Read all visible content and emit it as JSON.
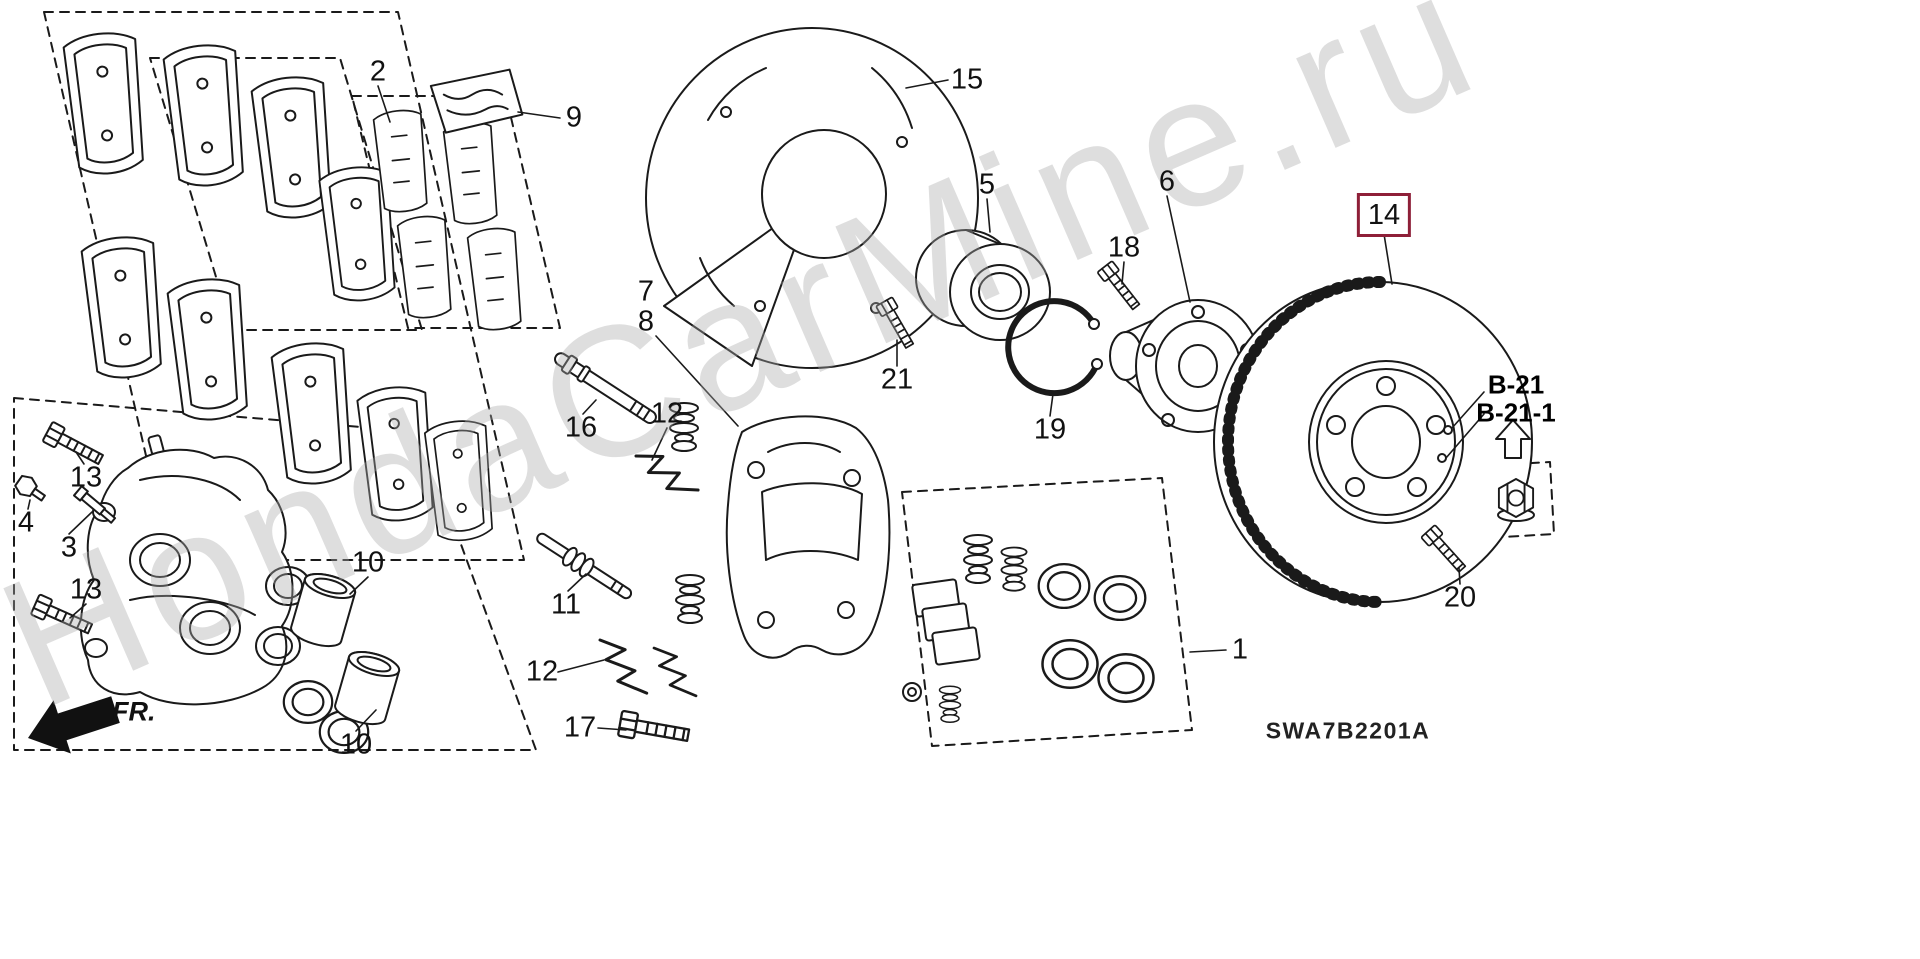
{
  "watermark": "HondaCarMine.ru",
  "diagram_code": "SWA7B2201A",
  "direction_label": "FR.",
  "colors": {
    "highlight_box": "#8e1f38",
    "line": "#1a1a1a",
    "watermark": "#aaaaaa"
  },
  "callouts": {
    "n1": "1",
    "n2": "2",
    "n3": "3",
    "n4": "4",
    "n5": "5",
    "n6": "6",
    "n7": "7",
    "n8": "8",
    "n9": "9",
    "n10": "10",
    "n11": "11",
    "n12": "12",
    "n13": "13",
    "n14": "14",
    "n15": "15",
    "n16": "16",
    "n17": "17",
    "n18": "18",
    "n19": "19",
    "n20": "20",
    "n21": "21"
  },
  "references": {
    "b21": "B-21",
    "b21_1": "B-21-1"
  }
}
